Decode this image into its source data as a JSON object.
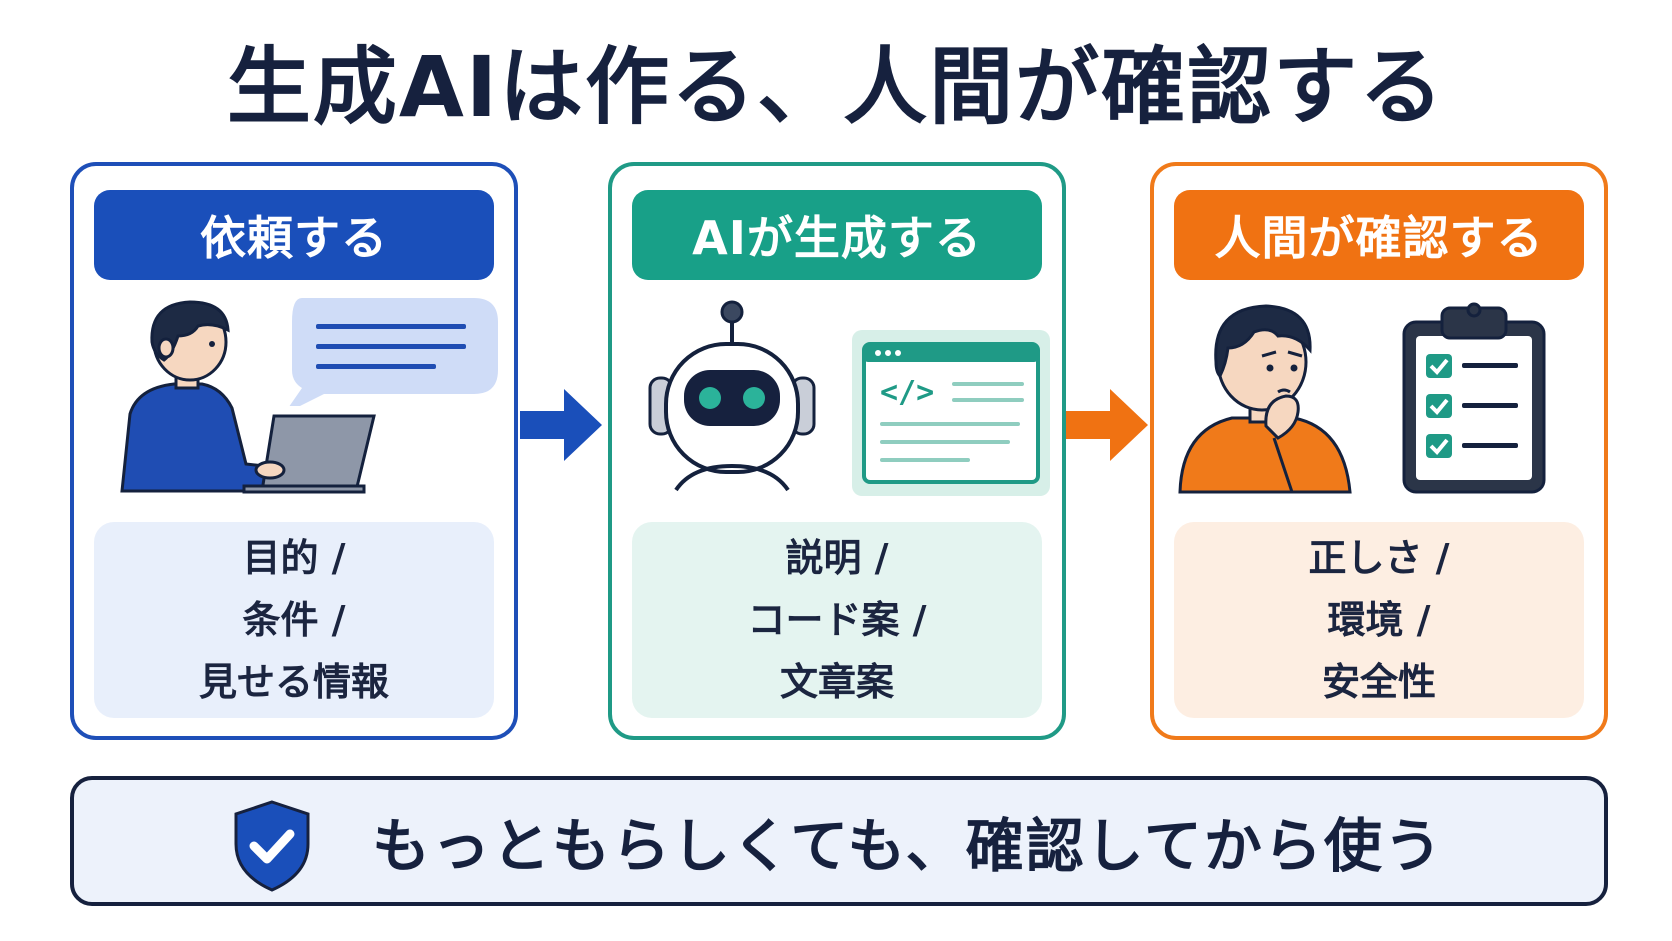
{
  "title": "生成AIは作る、人間が確認する",
  "panels": [
    {
      "header": "依頼する",
      "lines": [
        "目的 /",
        "条件 /",
        "見せる情報"
      ],
      "icons": [
        "person-with-laptop-icon",
        "speech-bubble-icon"
      ],
      "accent": "#1a4fba"
    },
    {
      "header": "AIが生成する",
      "lines": [
        "説明 /",
        "コード案 /",
        "文章案"
      ],
      "icons": [
        "robot-icon",
        "code-window-icon"
      ],
      "accent": "#18a088"
    },
    {
      "header": "人間が確認する",
      "lines": [
        "正しさ /",
        "環境 /",
        "安全性"
      ],
      "icons": [
        "thinking-person-icon",
        "checklist-clipboard-icon"
      ],
      "accent": "#f07212"
    }
  ],
  "bottom": {
    "message": "もっともらしくても、確認してから使う",
    "icon": "shield-check-icon"
  },
  "colors": {
    "navy": "#16213e",
    "blue": "#1a4fba",
    "teal": "#18a088",
    "orange": "#f07212"
  }
}
